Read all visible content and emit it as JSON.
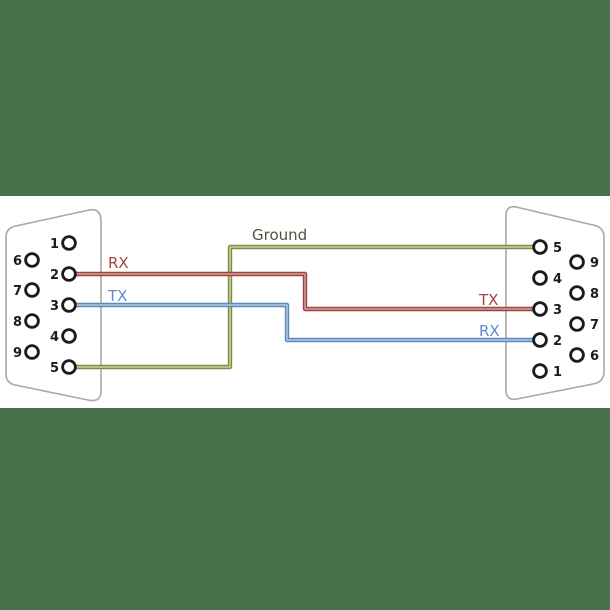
{
  "colors": {
    "background": "#477249",
    "panel": "#FFFFFF",
    "connector_outline": "#A8A8A8",
    "pin_stroke": "#1B1B1B",
    "wire_red": "#9E4340",
    "wire_red_core": "#CC948F",
    "wire_blue": "#5E88BE",
    "wire_blue_core": "#A8C0DE",
    "wire_green": "#7C8F47",
    "wire_green_core": "#BCC792",
    "label_red": "#A4433F",
    "label_blue": "#5C8CCB",
    "label_ground": "#4F5340"
  },
  "left_connector": {
    "inner_pins": [
      "1",
      "2",
      "3",
      "4",
      "5"
    ],
    "outer_pins": [
      "6",
      "7",
      "8",
      "9"
    ],
    "rx_label": "RX",
    "tx_label": "TX"
  },
  "right_connector": {
    "inner_pins": [
      "5",
      "4",
      "3",
      "2",
      "1"
    ],
    "outer_pins": [
      "9",
      "8",
      "7",
      "6"
    ],
    "tx_label": "TX",
    "rx_label": "RX"
  },
  "ground_label": "Ground"
}
